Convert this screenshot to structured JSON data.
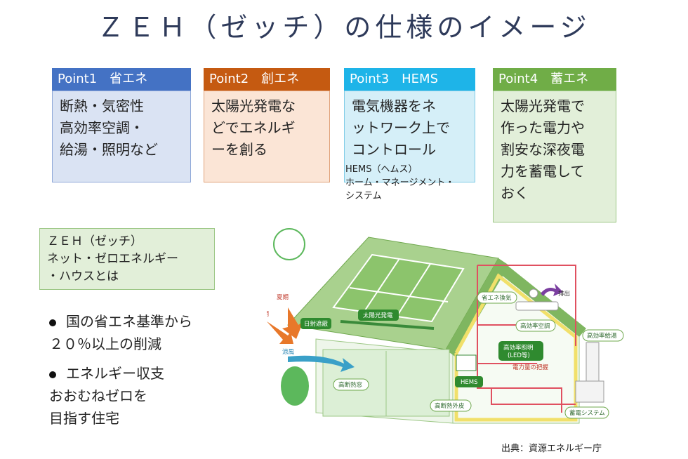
{
  "title": "ＺＥＨ（ゼッチ）の仕様のイメージ",
  "points": [
    {
      "header": "Point1　省エネ",
      "body": "断熱・気密性\n高効率空調・\n給湯・照明など"
    },
    {
      "header": "Point2　創エネ",
      "body": "太陽光発電な\nどでエネルギ\nーを創る"
    },
    {
      "header": "Point3　HEMS",
      "body": "電気機器をネ\nットワーク上で\nコントロール"
    },
    {
      "header": "Point4　蓄エネ",
      "body": "太陽光発電で\n作った電力や\n割安な深夜電\n力を蓄電して\nおく"
    }
  ],
  "hems_note": "HEMS（ヘムス）\nホーム・マネージメント・\nシステム",
  "zeh_box": "ＺＥＨ（ゼッチ）\nネット・ゼロエネルギー\n・ハウスとは",
  "bullets": [
    "国の省エネ基準から\n２０％以上の削減",
    "エネルギー収支\nおおむねゼロを\n目指す住宅"
  ],
  "diagram_labels": {
    "summer": "夏期",
    "winter": "冬期",
    "radiation": "日射遮蔽",
    "solar": "太陽光発電",
    "breeze": "涼風",
    "window": "高断熱窓",
    "ventilation": "省エネ換気",
    "exhaust": "排出",
    "aircon": "高効率空調",
    "water_heater": "高効率給湯",
    "lighting": "高効率照明\n(LED等)",
    "power_monitor": "電力量の把握",
    "hems": "HEMS",
    "wall": "高断熱外皮",
    "storage": "蓄電システム"
  },
  "source": "出典：資源エネルギー庁"
}
